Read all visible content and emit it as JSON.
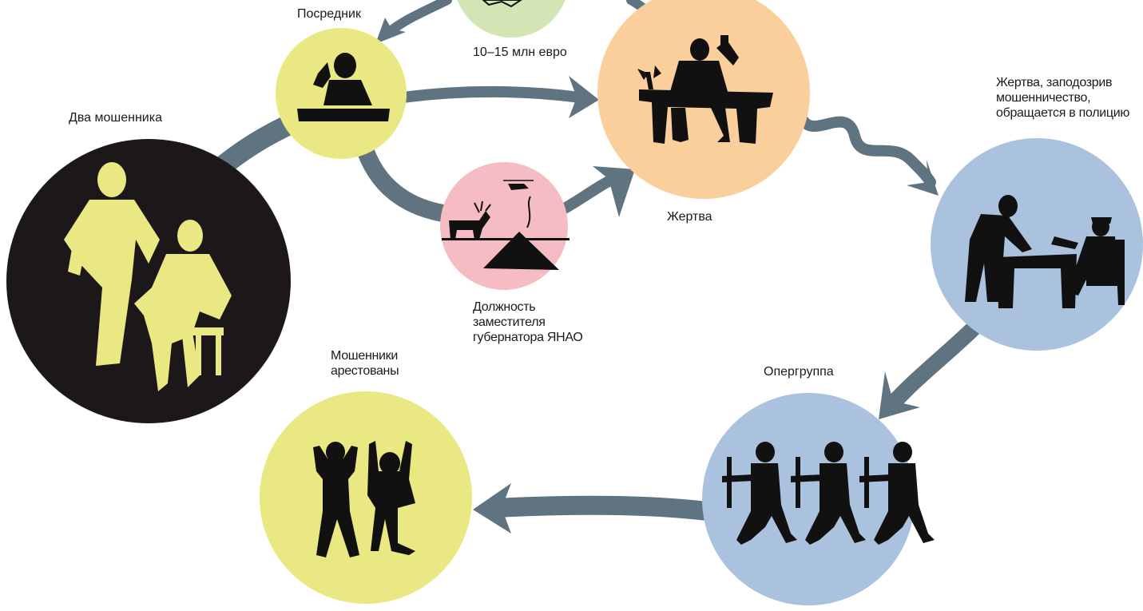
{
  "colors": {
    "arrow": "#5f7480",
    "black_circle": "#1c1718",
    "yellow_circle": "#e9e882",
    "peach_circle": "#fbcf9c",
    "pink_circle": "#f6bcc4",
    "green_circle": "#d3e5b4",
    "blue_circle": "#abc2de",
    "silhouette_dark": "#111111",
    "silhouette_light": "#e9e882"
  },
  "nodes": {
    "two_fraudsters": {
      "label": "Два мошенника",
      "icon": "two-men-icon"
    },
    "intermediary": {
      "label": "Посредник",
      "icon": "man-on-phone-icon"
    },
    "money": {
      "label": "10–15 млн евро",
      "icon": "money-icon"
    },
    "victim": {
      "label": "Жертва",
      "icon": "negotiation-table-icon"
    },
    "position": {
      "label": "Должность\nзаместителя\nгубернатора ЯНАО",
      "icon": "tundra-deer-icon"
    },
    "victim_police": {
      "label": "Жертва, заподозрив\nмошенничество,\nобращается в полицию",
      "icon": "police-report-icon"
    },
    "task_force": {
      "label": "Опергруппа",
      "icon": "armed-squad-icon"
    },
    "arrested": {
      "label": "Мошенники\nарестованы",
      "icon": "hands-up-icon"
    }
  }
}
